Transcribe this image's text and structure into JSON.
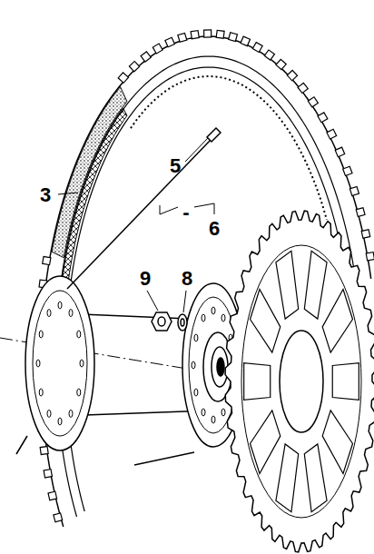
{
  "diagram": {
    "labels": [
      "3",
      "5",
      "6",
      "-",
      "9",
      "8"
    ]
  }
}
